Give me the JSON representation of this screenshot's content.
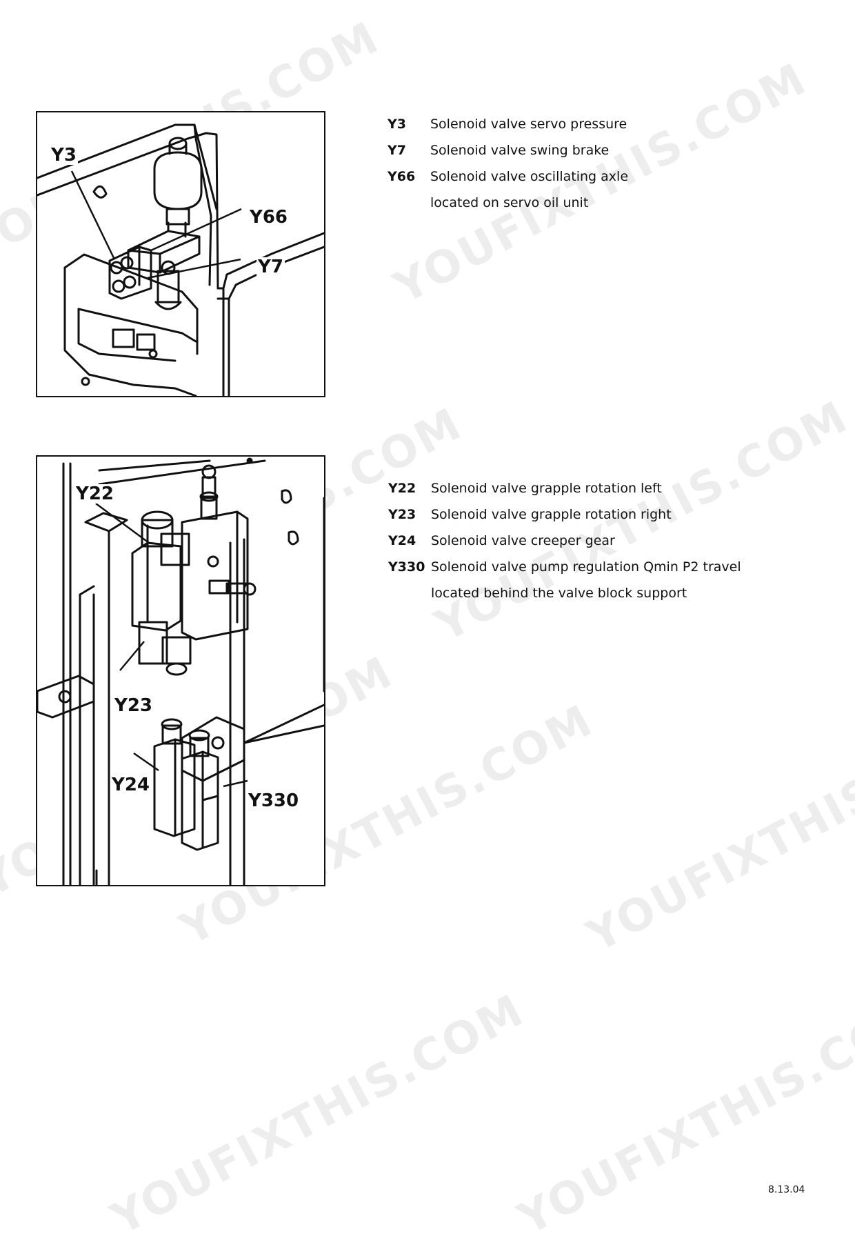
{
  "figure1": {
    "callouts": {
      "y3": "Y3",
      "y66": "Y66",
      "y7": "Y7"
    }
  },
  "legend1": {
    "items": [
      {
        "code": "Y3",
        "desc": "Solenoid valve servo pressure"
      },
      {
        "code": "Y7",
        "desc": "Solenoid valve swing brake"
      },
      {
        "code": "Y66",
        "desc": "Solenoid valve oscillating axle"
      }
    ],
    "note": "located on servo oil unit"
  },
  "figure2": {
    "callouts": {
      "y22": "Y22",
      "y23": "Y23",
      "y24": "Y24",
      "y330": "Y330"
    }
  },
  "legend2": {
    "items": [
      {
        "code": "Y22",
        "desc": "Solenoid valve grapple rotation left"
      },
      {
        "code": "Y23",
        "desc": "Solenoid valve grapple rotation right"
      },
      {
        "code": "Y24",
        "desc": "Solenoid valve creeper gear"
      },
      {
        "code": "Y330",
        "desc": "Solenoid valve pump regulation Qmin P2 travel"
      }
    ],
    "note": "located behind the valve block support"
  },
  "watermark": {
    "text": "YOUFIXTHIS.COM"
  },
  "page_number": "8.13.04"
}
